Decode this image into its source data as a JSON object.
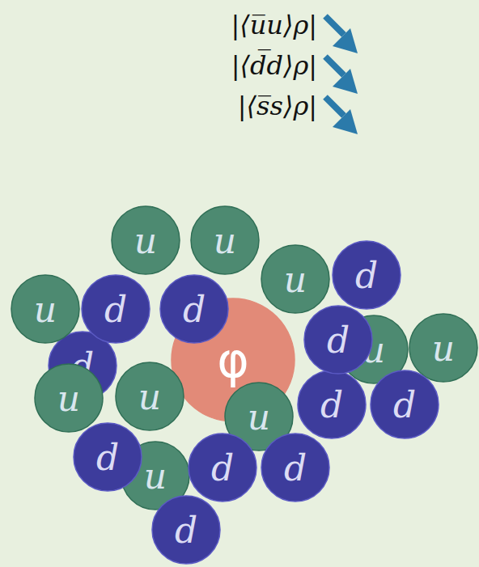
{
  "diagram": {
    "nodes": [
      {
        "text": [
          "u"
        ]
      },
      {
        "text": [
          "u"
        ]
      },
      {
        "text": [
          "d"
        ]
      },
      {
        "text": [
          "u"
        ]
      },
      {
        "text": [
          "u"
        ]
      },
      {
        "text": [
          "d"
        ]
      },
      {
        "text": [
          "d"
        ]
      },
      {
        "text": [
          "d"
        ]
      },
      {
        "text": [
          "u"
        ]
      },
      {
        "text": [
          "u"
        ]
      },
      {
        "text": [
          "φ"
        ]
      },
      {
        "text": [
          "d"
        ]
      },
      {
        "text": [
          "u"
        ]
      },
      {
        "text": [
          "u"
        ]
      },
      {
        "text": [
          "d"
        ]
      },
      {
        "text": [
          "d"
        ]
      },
      {
        "text": [
          "u"
        ]
      },
      {
        "text": [
          "d"
        ]
      },
      {
        "text": [
          "u"
        ]
      },
      {
        "text": [
          "d"
        ]
      },
      {
        "text": [
          "d"
        ]
      },
      {
        "text": [
          "d"
        ]
      }
    ],
    "labels": [
      "|⟨u̅u⟩ρ|",
      "|⟨d̅d⟩ρ|",
      "|⟨s̅s⟩ρ|"
    ]
  }
}
